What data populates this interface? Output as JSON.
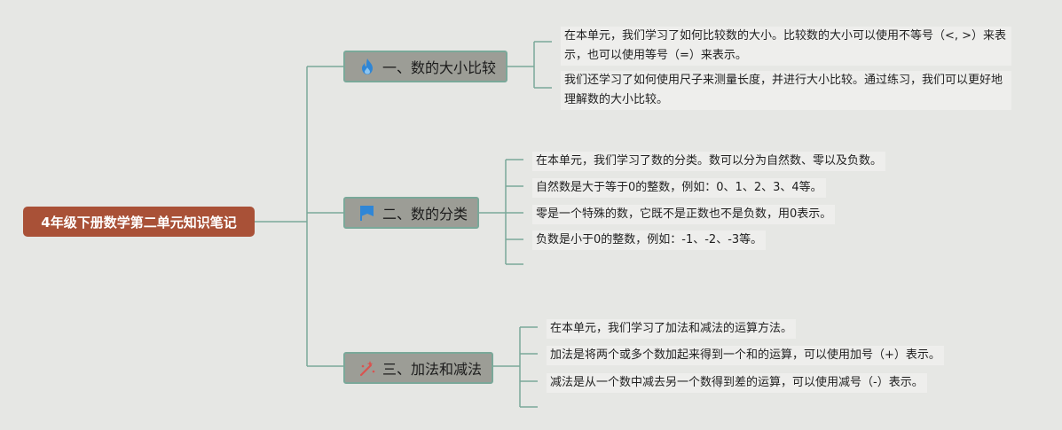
{
  "root": {
    "label": "4年级下册数学第二单元知识笔记"
  },
  "branches": [
    {
      "label": "一、数的大小比较",
      "icon": "flame-icon",
      "icon_color": "#2f86d6",
      "leaves": [
        "在本单元，我们学习了如何比较数的大小。比较数的大小可以使用不等号（<, >）来表示，也可以使用等号（=）来表示。",
        "我们还学习了如何使用尺子来测量长度，并进行大小比较。通过练习，我们可以更好地理解数的大小比较。"
      ]
    },
    {
      "label": "二、数的分类",
      "icon": "flag-icon",
      "icon_color": "#2f86d6",
      "leaves": [
        "在本单元，我们学习了数的分类。数可以分为自然数、零以及负数。",
        "自然数是大于等于0的整数，例如：0、1、2、3、4等。",
        "零是一个特殊的数，它既不是正数也不是负数，用0表示。",
        "负数是小于0的整数，例如：-1、-2、-3等。"
      ]
    },
    {
      "label": "三、加法和减法",
      "icon": "magic-wand-icon",
      "icon_color": "#d9534f",
      "leaves": [
        "在本单元，我们学习了加法和减法的运算方法。",
        "加法是将两个或多个数加起来得到一个和的运算，可以使用加号（+）表示。",
        "减法是从一个数中减去另一个数得到差的运算，可以使用减号（-）表示。"
      ]
    }
  ],
  "colors": {
    "connector": "#7aa899",
    "root_bg": "#a95137",
    "branch_bg": "#9c9d96",
    "background": "#e6e7e4"
  }
}
